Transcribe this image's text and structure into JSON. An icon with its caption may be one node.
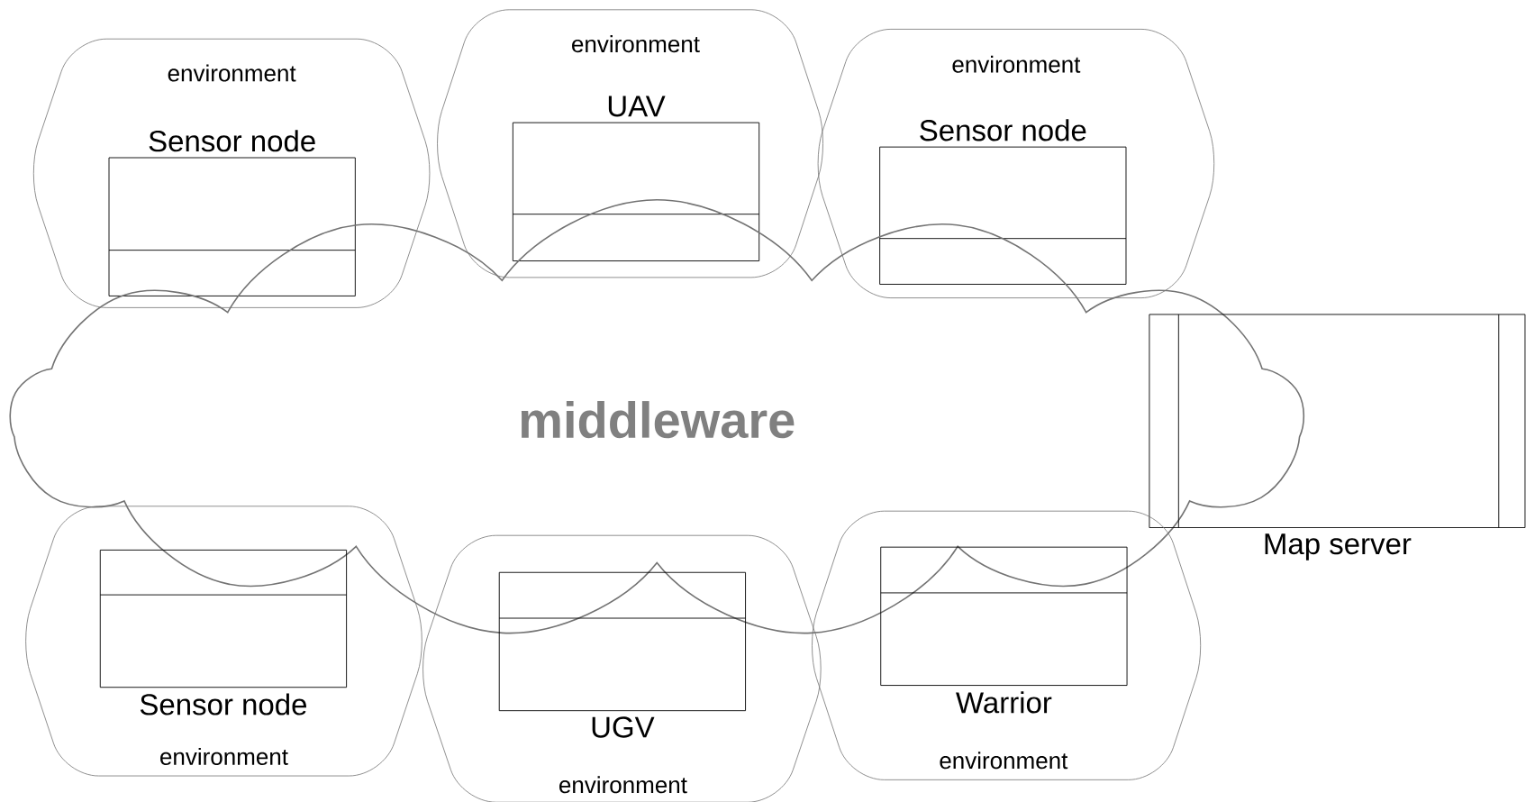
{
  "diagram": {
    "nodes": [
      {
        "text": [
          "environment"
        ]
      },
      {
        "text": [
          "Sensor node"
        ],
        "in": 0
      },
      {
        "text": [
          "environment"
        ]
      },
      {
        "text": [
          "UAV"
        ],
        "in": 2
      },
      {
        "text": [
          "environment"
        ]
      },
      {
        "text": [
          "Sensor node"
        ],
        "in": 4
      },
      {
        "text": [
          "middleware"
        ]
      },
      {
        "text": [
          "Map server"
        ]
      },
      {
        "text": [
          "environment"
        ]
      },
      {
        "text": [
          "Sensor node"
        ],
        "in": 8
      },
      {
        "text": [
          "environment"
        ]
      },
      {
        "text": [
          "UGV"
        ],
        "in": 10
      },
      {
        "text": [
          "environment"
        ]
      },
      {
        "text": [
          "Warrior"
        ],
        "in": 12
      }
    ]
  }
}
